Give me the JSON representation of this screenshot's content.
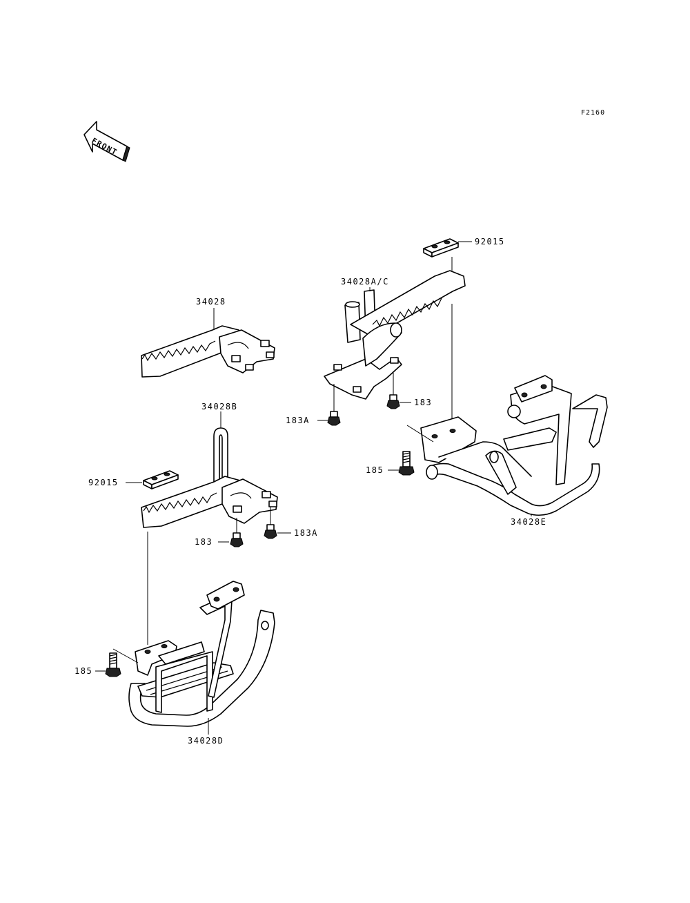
{
  "figure_code": "F2160",
  "front_marker": "FRONT",
  "labels": {
    "p34028": "34028",
    "p34028ac": "34028A/C",
    "p92015_top": "92015",
    "p183_top": "183",
    "p183a_top": "183A",
    "p185_right": "185",
    "p34028e": "34028E",
    "p34028b": "34028B",
    "p92015_left": "92015",
    "p183_left": "183",
    "p183a_left": "183A",
    "p185_left": "185",
    "p34028d": "34028D"
  }
}
